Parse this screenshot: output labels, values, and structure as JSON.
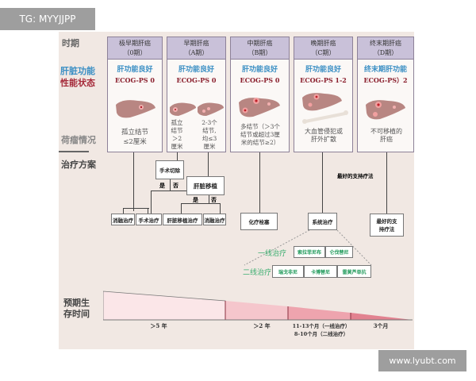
{
  "watermarks": {
    "top": "TG: MYYJJPP",
    "bottom": "www.lyubt.com"
  },
  "row_labels": {
    "period": "时期",
    "liver_function": "肝脏功能",
    "performance": "性能状态",
    "tumor": "荷瘤情况",
    "treatment": "治疗方案",
    "survival_1": "预期生",
    "survival_2": "存时间"
  },
  "stages": [
    {
      "name": "极早期肝癌",
      "code": "（0期）",
      "function": "肝功能良好",
      "ecog": "ECOG-PS 0",
      "desc": [
        "孤立结节",
        "≤2厘米"
      ]
    },
    {
      "name": "早期肝癌",
      "code": "（A期）",
      "function": "肝功能良好",
      "ecog": "ECOG-PS 0",
      "desc_a": [
        "孤立",
        "结节",
        "＞2",
        "厘米"
      ],
      "desc_b": [
        "2-3个",
        "结节,",
        "均≤3",
        "厘米"
      ]
    },
    {
      "name": "中期肝癌",
      "code": "（B期）",
      "function": "肝功能良好",
      "ecog": "ECOG-PS 0",
      "desc": [
        "多结节（＞3个",
        "结节或超过3厘",
        "米的结节≥2）"
      ]
    },
    {
      "name": "晚期肝癌",
      "code": "（C期）",
      "function": "肝功能良好",
      "ecog": "ECOG-PS 1-2",
      "desc": [
        "大血管侵犯或",
        "肝外扩散"
      ]
    },
    {
      "name": "终末期肝癌",
      "code": "（D期）",
      "function": "终末期肝功能",
      "ecog": "ECOG-PS）2",
      "desc": [
        "不可移植的",
        "肝癌"
      ]
    }
  ],
  "treatment": {
    "resection": "手术切除",
    "transplant": "肝脏移植",
    "yes": "是",
    "no": "否",
    "ablation_1": "消融治疗",
    "surgery": "手术治疗",
    "transplant_therapy": "肝脏移植治疗",
    "ablation_2": "消融治疗",
    "tace": "化疗栓塞",
    "systemic": "系统治疗",
    "best_support_label": "最好的支持疗法",
    "best_support": "最好的支\n持疗法",
    "first_line_label": "一线治疗",
    "first_line": [
      "索拉菲尼布",
      "仑伐替尼"
    ],
    "second_line_label": "二线治疗",
    "second_line": [
      "瑞戈非尼",
      "卡博替尼",
      "雷莫芦单抗"
    ]
  },
  "survival": {
    "s0a": "＞5 年",
    "sb": "＞2 年",
    "sc_1": "11-13个月（一线治疗）",
    "sc_2": "8-10个月（二线治疗）",
    "sd": "3个月"
  },
  "colors": {
    "header": "#c9c1d9",
    "blue": "#3b8fc4",
    "red": "#8a1f2d",
    "green": "#3cae70",
    "liver": "#b88682"
  }
}
